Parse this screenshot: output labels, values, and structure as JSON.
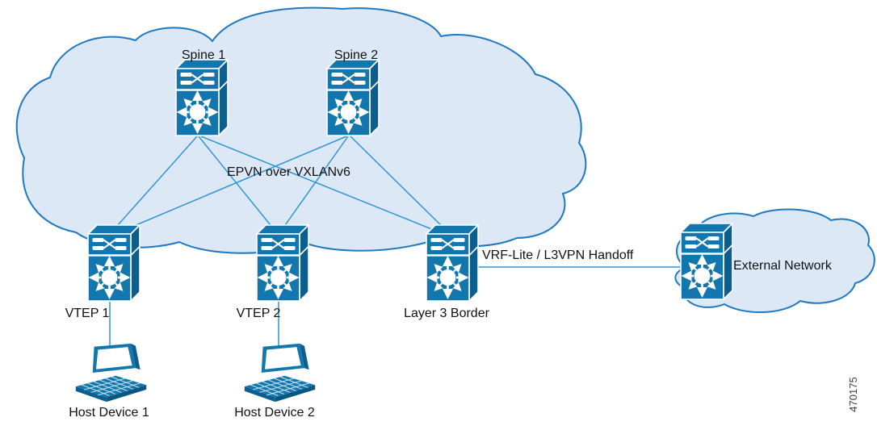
{
  "clouds": {
    "fabric": {
      "annotation": "EPVN over VXLANv6"
    },
    "external": {
      "label": "External Network"
    }
  },
  "nodes": {
    "spine1": {
      "label": "Spine 1",
      "type": "layer3-switch"
    },
    "spine2": {
      "label": "Spine 2",
      "type": "layer3-switch"
    },
    "vtep1": {
      "label": "VTEP 1",
      "type": "layer3-switch"
    },
    "vtep2": {
      "label": "VTEP 2",
      "type": "layer3-switch"
    },
    "border": {
      "label": "Layer 3 Border",
      "type": "layer3-switch"
    },
    "external_switch": {
      "label": "",
      "type": "layer3-switch"
    },
    "host1": {
      "label": "Host Device 1",
      "type": "laptop"
    },
    "host2": {
      "label": "Host Device 2",
      "type": "laptop"
    }
  },
  "links": {
    "handoff_label": "VRF-Lite / L3VPN Handoff",
    "connections": [
      "Spine 1 - VTEP 1",
      "Spine 1 - VTEP 2",
      "Spine 1 - Layer 3 Border",
      "Spine 2 - VTEP 1",
      "Spine 2 - VTEP 2",
      "Spine 2 - Layer 3 Border",
      "VTEP 1 - Host Device 1",
      "VTEP 2 - Host Device 2",
      "Layer 3 Border - External Network"
    ]
  },
  "figure_number": "470175",
  "icons": {
    "switch": "layer3-switch-icon",
    "host": "laptop-icon"
  },
  "colors": {
    "switch_blue": "#1377ad",
    "switch_side": "#0c5f8d",
    "cloud_fill": "#dde8f6",
    "cloud_stroke": "#1e79c0",
    "link_blue": "#2e96d4",
    "text": "#111111",
    "figure_number_text": "#3f3f3f"
  }
}
